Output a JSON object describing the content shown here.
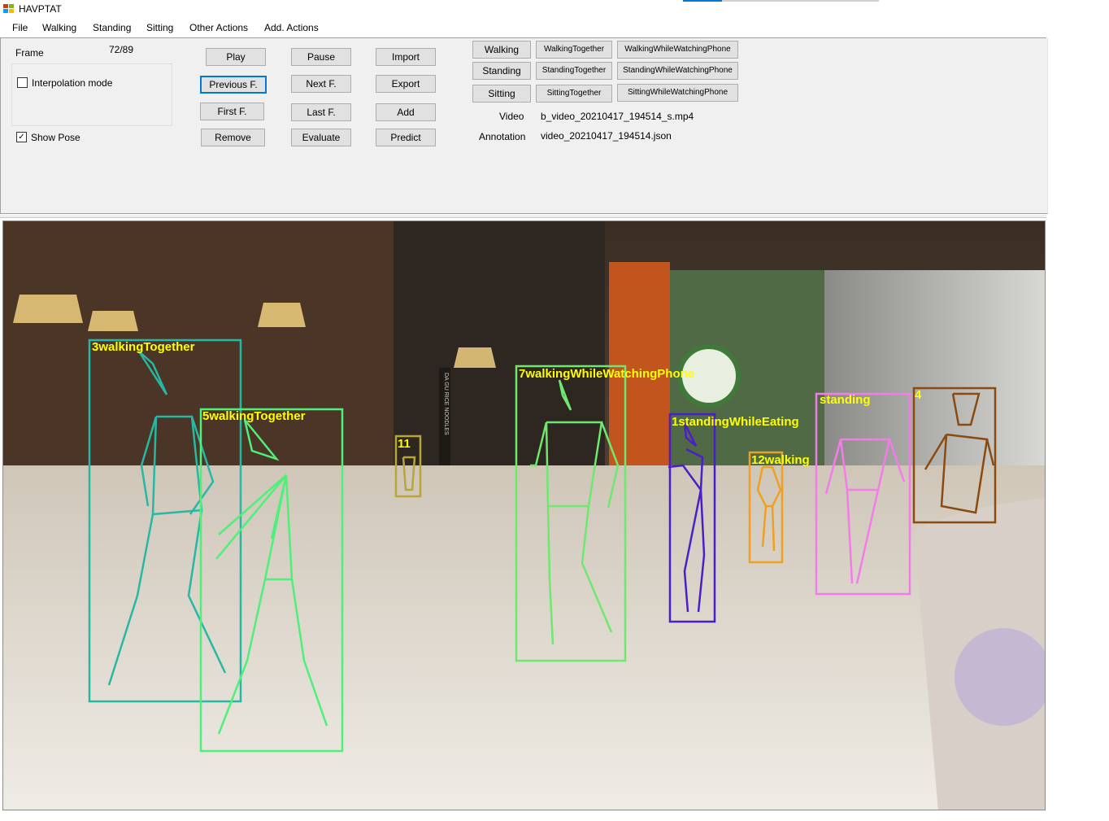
{
  "window": {
    "title": "HAVPTAT"
  },
  "menu": [
    "File",
    "Walking",
    "Standing",
    "Sitting",
    "Other Actions",
    "Add. Actions"
  ],
  "frame": {
    "label": "Frame",
    "value": "72/89"
  },
  "interpolation_mode": {
    "label": "Interpolation mode",
    "checked": false
  },
  "show_pose": {
    "label": "Show Pose",
    "checked": true
  },
  "playback_buttons": {
    "play": "Play",
    "pause": "Pause",
    "import": "Import",
    "previous": "Previous F.",
    "next": "Next F.",
    "export": "Export",
    "first": "First F.",
    "last": "Last F.",
    "add": "Add",
    "remove": "Remove",
    "evaluate": "Evaluate",
    "predict": "Predict"
  },
  "action_buttons": {
    "walking": "Walking",
    "walking_together": "WalkingTogether",
    "walking_phone": "WalkingWhileWatchingPhone",
    "standing": "Standing",
    "standing_together": "StandingTogether",
    "standing_phone": "StandingWhileWatchingPhone",
    "sitting": "Sitting",
    "sitting_together": "SittingTogether",
    "sitting_phone": "SittingWhileWatchingPhone"
  },
  "files": {
    "video_label": "Video",
    "video_value": "b_video_20210417_194514_s.mp4",
    "annotation_label": "Annotation",
    "annotation_value": "video_20210417_194514.json"
  },
  "scene_sign": "DA GU RICE NOODLES",
  "detections": [
    {
      "label": "3walkingTogether",
      "color": "#27b8a4"
    },
    {
      "label": "5walkingTogether",
      "color": "#4ef07a"
    },
    {
      "label": "11",
      "color": "#b8a63a"
    },
    {
      "label": "7walkingWhileWatchingPhone",
      "color": "#6ee86e"
    },
    {
      "label": "1standingWhileEating",
      "color": "#4a1fc8"
    },
    {
      "label": "12walking",
      "color": "#f0a020"
    },
    {
      "label": "standing",
      "color": "#f27de8"
    },
    {
      "label": "4",
      "color": "#8a4a10"
    }
  ]
}
